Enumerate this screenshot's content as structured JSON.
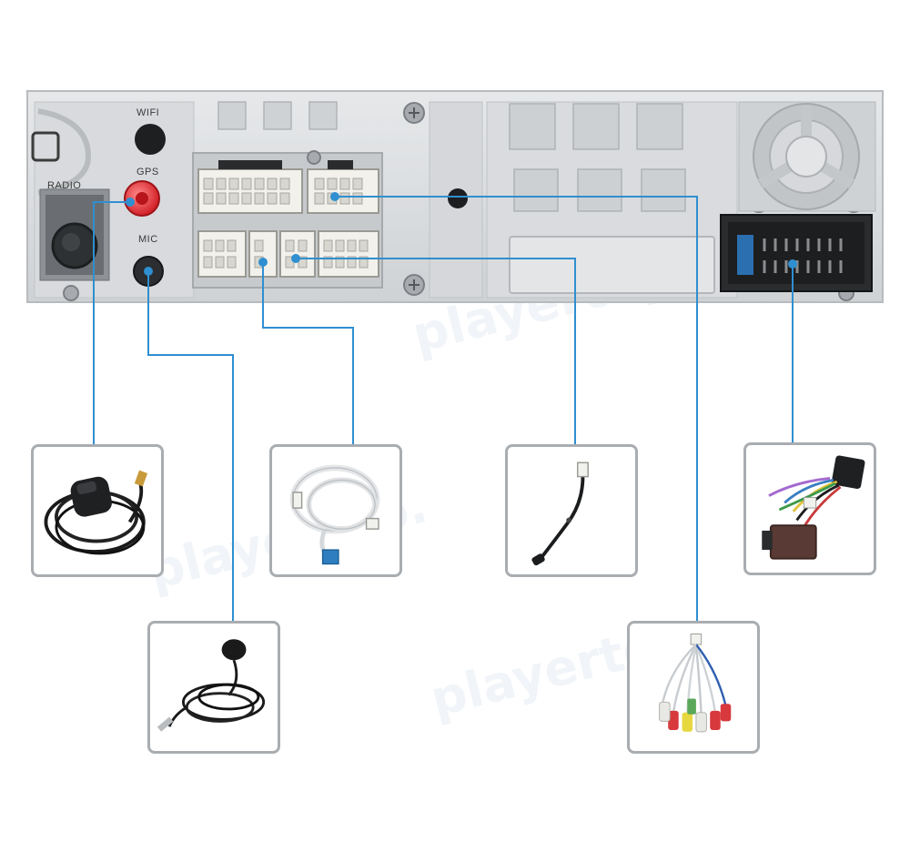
{
  "panel": {
    "port_labels": {
      "wifi": "WIFI",
      "radio": "RADIO",
      "gps": "GPS",
      "mic": "MIC"
    }
  },
  "watermark": {
    "text": "playertop."
  },
  "colors": {
    "connector_line": "#2f8fd0",
    "panel_metal": "#dcdee0",
    "box_border": "#a9adb1",
    "gps_antenna_red": "#e8363c"
  },
  "accessories": [
    {
      "id": "gps-antenna",
      "icon": "gps-antenna-icon"
    },
    {
      "id": "usb-cable",
      "icon": "usb-cable-icon"
    },
    {
      "id": "adapter-cable",
      "icon": "adapter-cable-icon"
    },
    {
      "id": "iso-harness",
      "icon": "iso-harness-icon"
    },
    {
      "id": "microphone",
      "icon": "microphone-icon"
    },
    {
      "id": "rca-harness",
      "icon": "rca-harness-icon"
    }
  ]
}
